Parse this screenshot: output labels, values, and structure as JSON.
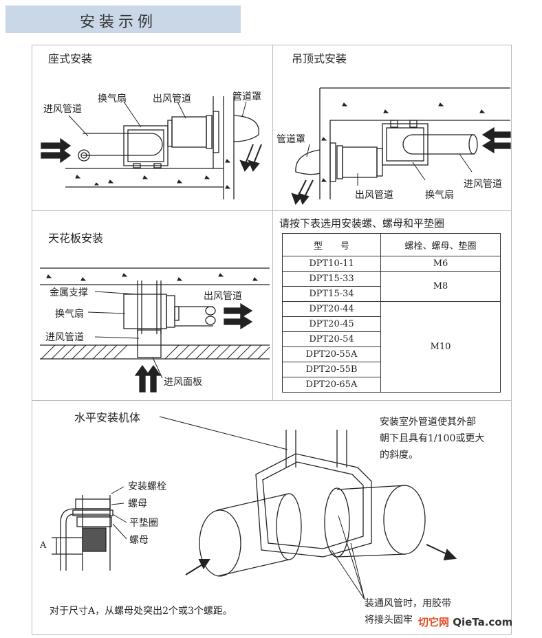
{
  "banner": {
    "title": "安装示例"
  },
  "seat": {
    "heading": "座式安装",
    "label_fan": "换气扇",
    "label_out": "出风管道",
    "label_hood": "管道罩",
    "label_in": "进风管道"
  },
  "ceiling_hang": {
    "heading": "吊顶式安装",
    "label_hood": "管道罩",
    "label_out": "出风管道",
    "label_fan": "换气扇",
    "label_in": "进风管道"
  },
  "ceiling_board": {
    "heading": "天花板安装",
    "label_support": "金属支撑",
    "label_fan": "换气扇",
    "label_in_duct": "进风管道",
    "label_out": "出风管道",
    "label_panel": "进风面板"
  },
  "table": {
    "caption": "请按下表选用安装螺、螺母和平垫圈",
    "header_model": "型　　号",
    "header_parts": "螺栓、螺母、垫圈",
    "rows": [
      {
        "model": "DPT10-11"
      },
      {
        "model": "DPT15-33"
      },
      {
        "model": "DPT15-34"
      },
      {
        "model": "DPT20-44"
      },
      {
        "model": "DPT20-45"
      },
      {
        "model": "DPT20-54"
      },
      {
        "model": "DPT20-55A"
      },
      {
        "model": "DPT20-55B"
      },
      {
        "model": "DPT20-65A"
      }
    ],
    "sizes": [
      "M6",
      "M8",
      "M10"
    ]
  },
  "horizontal": {
    "label_body": "水平安装机体",
    "note_slope": [
      "安装室外管道使其外部",
      "朝下且具有1/100或更大",
      "的斜度。"
    ],
    "label_bolt": "安装螺栓",
    "label_nut1": "螺母",
    "label_washer": "平垫圈",
    "label_nut2": "螺母",
    "label_a": "A",
    "note_a": "对于尺寸A，从螺母处突出2个或3个螺距。",
    "note_tape": [
      "装通风管时，用胶带",
      "将接头固牢"
    ]
  },
  "watermark": {
    "part1": "切它网",
    "part2": " QieTa.com"
  }
}
